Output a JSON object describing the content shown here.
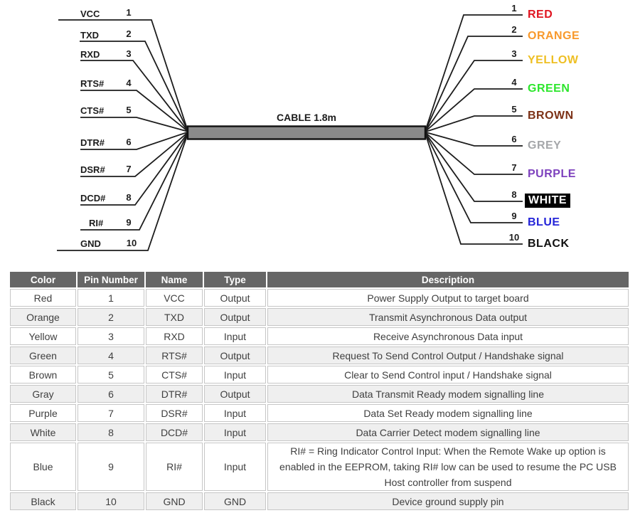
{
  "diagram": {
    "cable_label": "CABLE 1.8m",
    "left_pins": [
      {
        "name": "VCC",
        "pin": "1"
      },
      {
        "name": "TXD",
        "pin": "2"
      },
      {
        "name": "RXD",
        "pin": "3"
      },
      {
        "name": "RTS#",
        "pin": "4"
      },
      {
        "name": "CTS#",
        "pin": "5"
      },
      {
        "name": "DTR#",
        "pin": "6"
      },
      {
        "name": "DSR#",
        "pin": "7"
      },
      {
        "name": "DCD#",
        "pin": "8"
      },
      {
        "name": "RI#",
        "pin": "9"
      },
      {
        "name": "GND",
        "pin": "10"
      }
    ],
    "right_pins": [
      {
        "pin": "1",
        "label": "RED",
        "color": "#e01420",
        "bg": "transparent"
      },
      {
        "pin": "2",
        "label": "ORANGE",
        "color": "#f8992c",
        "bg": "transparent"
      },
      {
        "pin": "3",
        "label": "YELLOW",
        "color": "#eebf23",
        "bg": "transparent"
      },
      {
        "pin": "4",
        "label": "GREEN",
        "color": "#2ce62c",
        "bg": "transparent"
      },
      {
        "pin": "5",
        "label": "BROWN",
        "color": "#7c3116",
        "bg": "transparent"
      },
      {
        "pin": "6",
        "label": "GREY",
        "color": "#a5a7aa",
        "bg": "transparent"
      },
      {
        "pin": "7",
        "label": "PURPLE",
        "color": "#7d41bd",
        "bg": "transparent"
      },
      {
        "pin": "8",
        "label": "WHITE",
        "color": "#ffffff",
        "bg": "#000000"
      },
      {
        "pin": "9",
        "label": "BLUE",
        "color": "#2424d8",
        "bg": "transparent"
      },
      {
        "pin": "10",
        "label": "BLACK",
        "color": "#111111",
        "bg": "transparent"
      }
    ]
  },
  "table": {
    "headers": [
      "Color",
      "Pin Number",
      "Name",
      "Type",
      "Description"
    ],
    "rows": [
      [
        "Red",
        "1",
        "VCC",
        "Output",
        "Power Supply Output to target board"
      ],
      [
        "Orange",
        "2",
        "TXD",
        "Output",
        "Transmit Asynchronous Data output"
      ],
      [
        "Yellow",
        "3",
        "RXD",
        "Input",
        "Receive Asynchronous Data input"
      ],
      [
        "Green",
        "4",
        "RTS#",
        "Output",
        "Request To Send Control Output / Handshake signal"
      ],
      [
        "Brown",
        "5",
        "CTS#",
        "Input",
        "Clear to Send Control input / Handshake signal"
      ],
      [
        "Gray",
        "6",
        "DTR#",
        "Output",
        "Data Transmit Ready modem signalling line"
      ],
      [
        "Purple",
        "7",
        "DSR#",
        "Input",
        "Data Set Ready modem signalling line"
      ],
      [
        "White",
        "8",
        "DCD#",
        "Input",
        "Data Carrier Detect modem signalling line"
      ],
      [
        "Blue",
        "9",
        "RI#",
        "Input",
        "RI# = Ring Indicator Control Input: When the Remote Wake up option is enabled in the EEPROM, taking RI# low can be used to resume the PC USB Host controller from suspend"
      ],
      [
        "Black",
        "10",
        "GND",
        "GND",
        "Device ground supply pin"
      ]
    ]
  },
  "colors": {
    "header_bg": "#666666",
    "row_alt_bg": "#efefef",
    "cable_fill": "#8a8a8a",
    "wire_line": "#1c1c1c"
  }
}
